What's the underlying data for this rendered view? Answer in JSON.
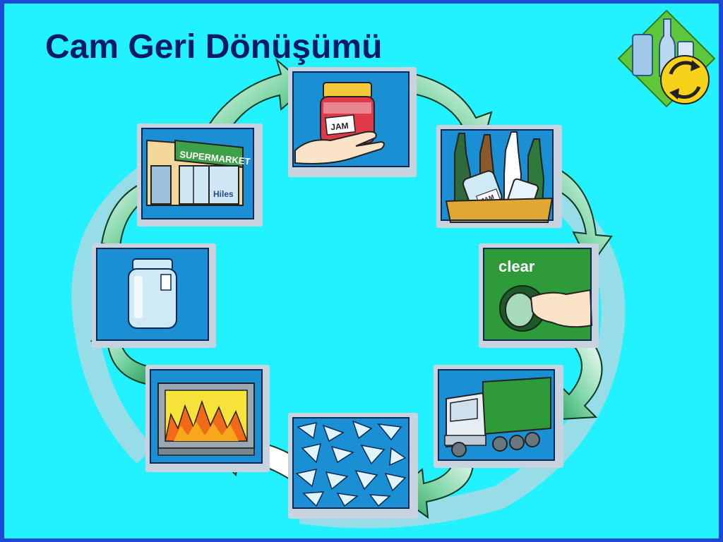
{
  "slide": {
    "title": "Cam Geri Dönüşümü"
  },
  "panels": {
    "supermarket": {
      "sign": "SUPERMARKET",
      "brand": "Hiles"
    },
    "jam_purchase": {
      "jar_label": "JAM"
    },
    "bottle_bank": {
      "jar_label": "JAM"
    },
    "clear_bin": {
      "bin_label": "clear"
    },
    "truck": {},
    "cullet": {},
    "furnace": {},
    "new_jar": {}
  },
  "colors": {
    "background": "#22f2ff",
    "frame": "#1c4ad8",
    "title": "#0c1a6a",
    "panel_blue": "#1a8fd4",
    "bin_green": "#2f9a3a",
    "arrow_green": "#1f9a55"
  },
  "icons": {
    "logo": "glass-recycling-logo-icon"
  }
}
